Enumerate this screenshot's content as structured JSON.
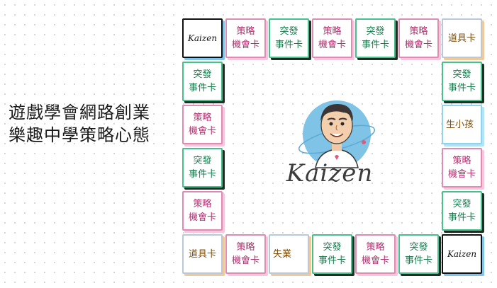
{
  "headline": {
    "line1": "遊戲學會網路創業",
    "line2": "樂趣中學策略心態"
  },
  "board": {
    "logo_tile": "Kaizen",
    "tiles": {
      "top": [
        "策略\n機會卡",
        "突發\n事件卡",
        "策略\n機會卡",
        "突發\n事件卡",
        "策略\n機會卡"
      ],
      "top_right": "道具卡",
      "left": [
        "突發\n事件卡",
        "策略\n機會卡",
        "突發\n事件卡",
        "策略\n機會卡"
      ],
      "right": [
        "突發\n事件卡",
        "生小孩",
        "策略\n機會卡",
        "突發\n事件卡"
      ],
      "bottom_left": "道具卡",
      "bottom": [
        "策略\n機會卡",
        "失業",
        "突發\n事件卡",
        "策略\n機會卡",
        "突發\n事件卡"
      ]
    },
    "center_logo": "Kaizen"
  },
  "colors": {
    "strategy": "#b0306f",
    "event": "#157a4d",
    "item": "#7a4f10",
    "avatar_bg": "#7fc3e6"
  }
}
